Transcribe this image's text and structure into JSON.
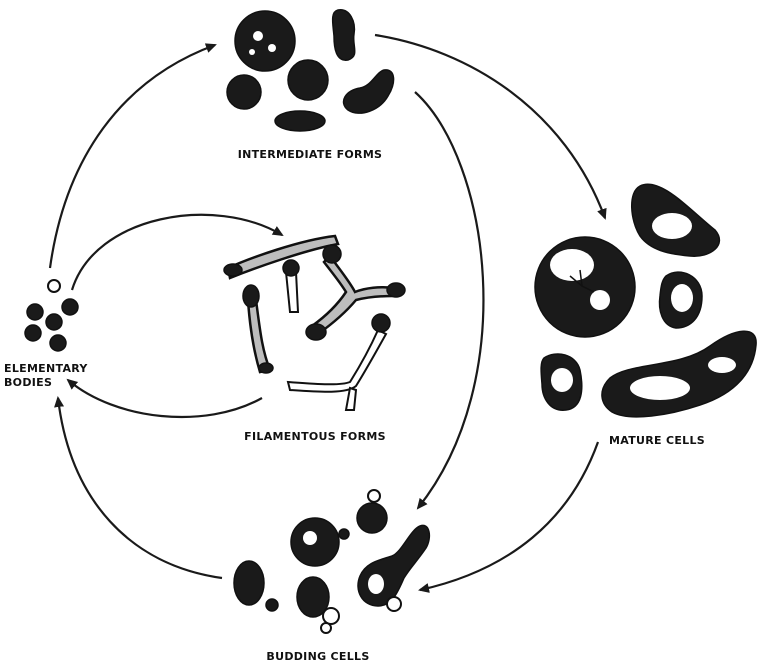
{
  "diagram": {
    "labels": {
      "intermediate_forms": "INTERMEDIATE FORMS",
      "elementary_bodies_line1": "ELEMENTARY",
      "elementary_bodies_line2": "BODIES",
      "filamentous_forms": "FILAMENTOUS FORMS",
      "mature_cells": "MATURE CELLS",
      "budding_cells": "BUDDING CELLS"
    },
    "stages": [
      "elementary-bodies",
      "intermediate-forms",
      "mature-cells",
      "budding-cells",
      "filamentous-forms"
    ],
    "colors": {
      "ink": "#1a1a1a",
      "paper": "#ffffff",
      "shade": "#bdbdbd"
    }
  }
}
